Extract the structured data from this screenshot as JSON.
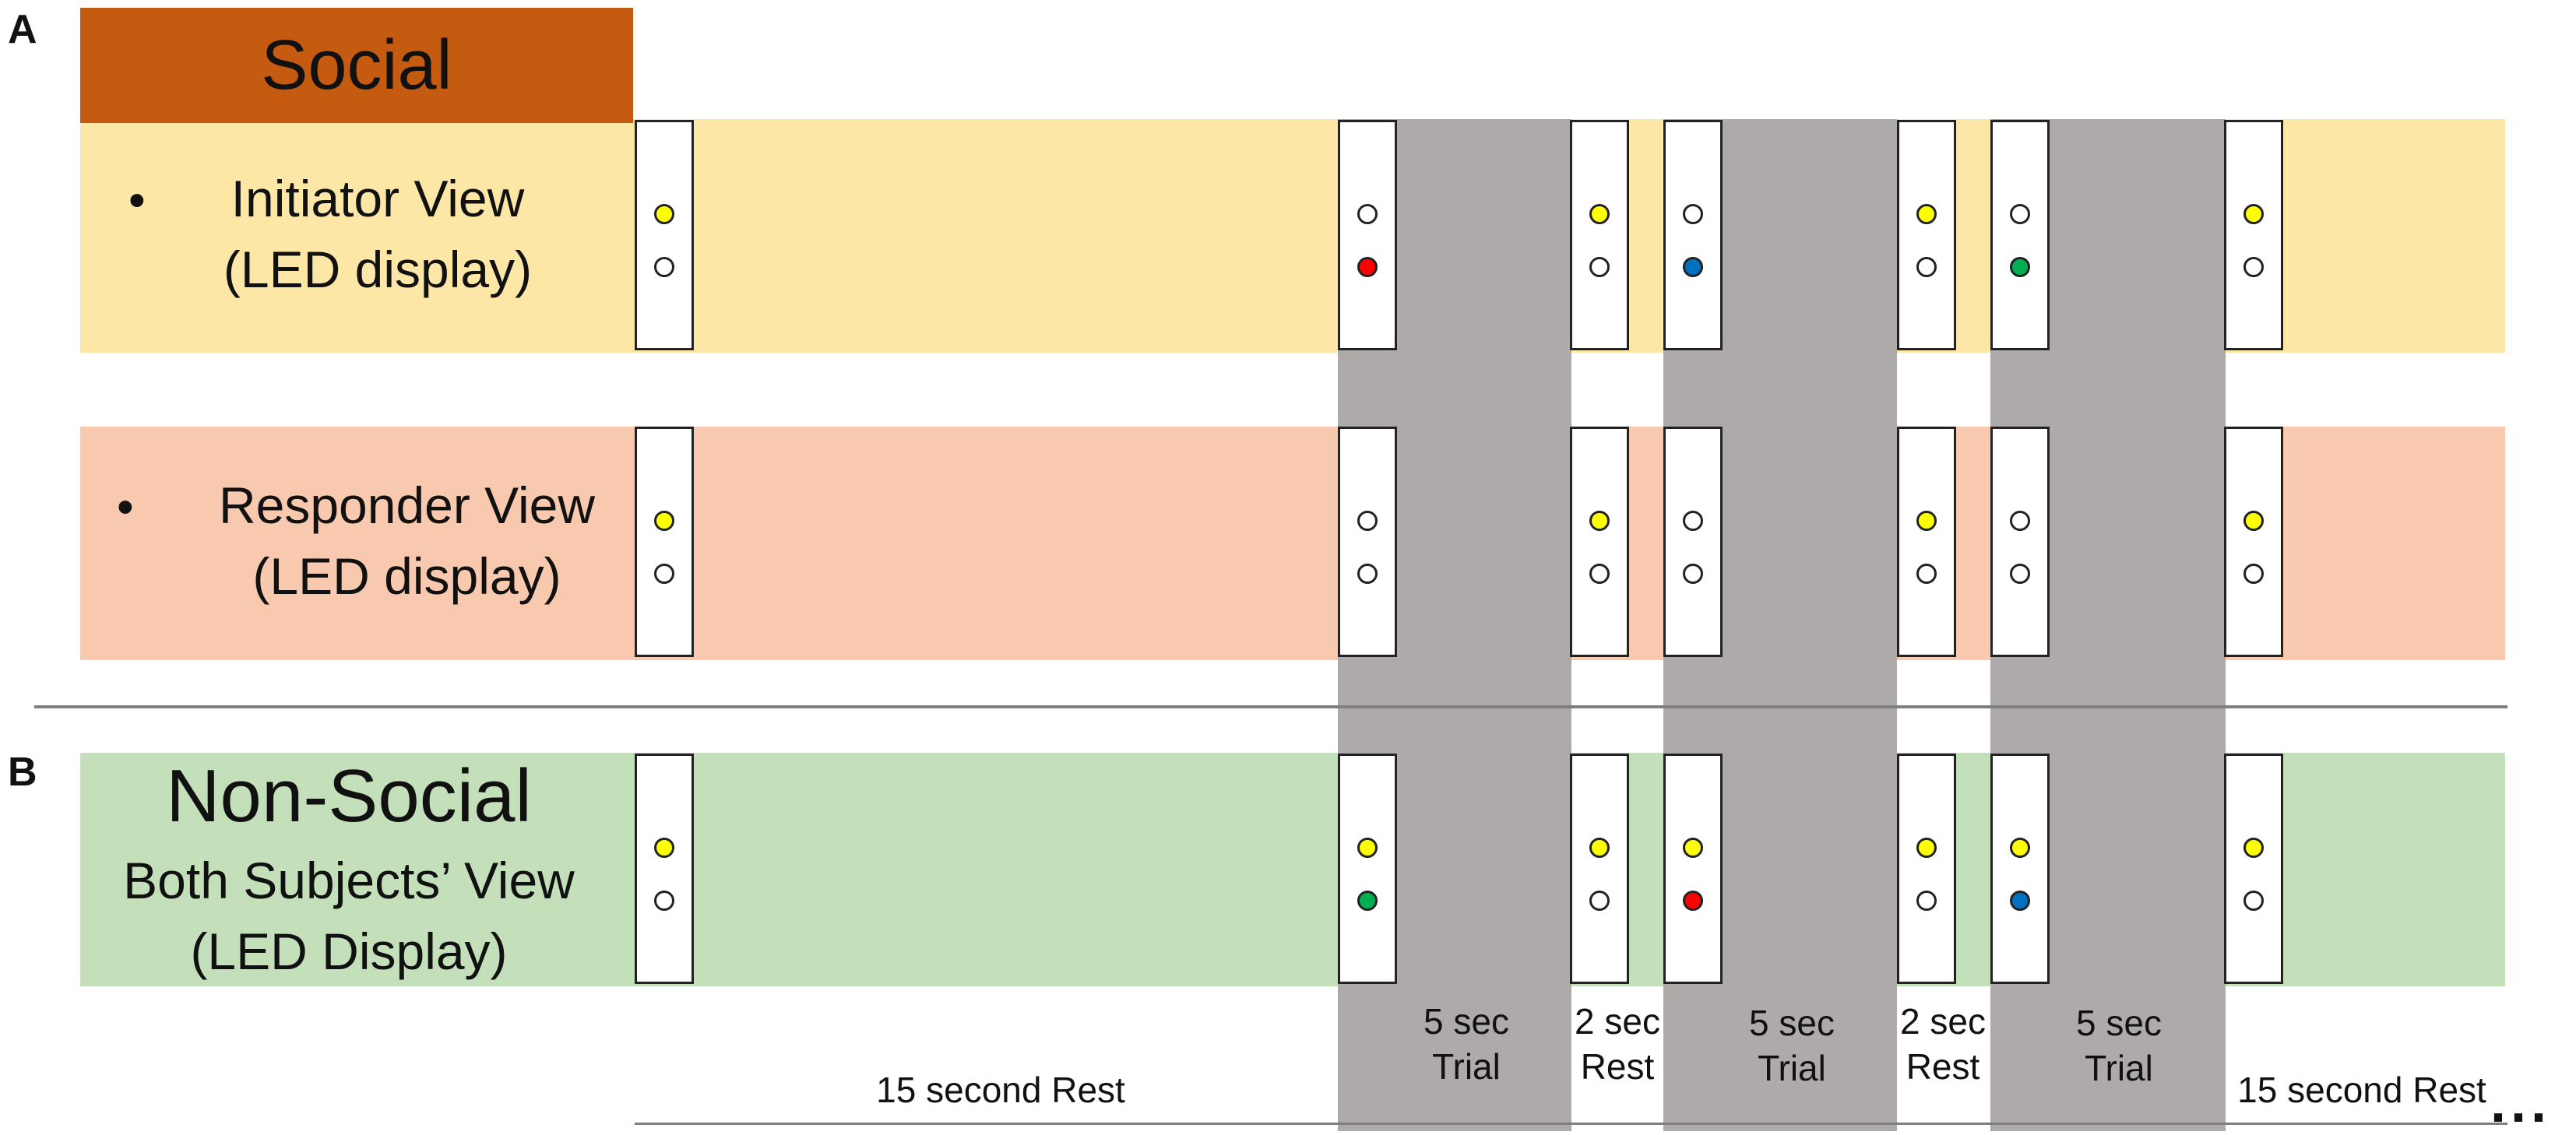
{
  "panels": {
    "a": "A",
    "b": "B"
  },
  "social": {
    "header": "Social",
    "header_color": "#c55a11",
    "initiator_label": [
      "Initiator View",
      "(LED display)"
    ],
    "responder_label": [
      "Responder View",
      "(LED display)"
    ],
    "bullet": "•"
  },
  "nonsocial": {
    "title": "Non-Social",
    "label": [
      "Both Subjects’ View",
      "(LED Display)"
    ]
  },
  "colors": {
    "initiator_band": "#fde7a6",
    "responder_band": "#f8c9ae",
    "nonsocial_band": "#c4e0bb",
    "trial_shade": "#aeaaaa",
    "led_off": "#ffffff",
    "yellow": "#ffff00",
    "red": "#ff0000",
    "blue": "#0070c0",
    "green": "#00b050"
  },
  "led_columns": {
    "initiator": [
      [
        "yellow",
        "off"
      ],
      [
        "off",
        "red"
      ],
      [
        "yellow",
        "off"
      ],
      [
        "off",
        "blue"
      ],
      [
        "yellow",
        "off"
      ],
      [
        "off",
        "green"
      ],
      [
        "yellow",
        "off"
      ]
    ],
    "responder": [
      [
        "yellow",
        "off"
      ],
      [
        "off",
        "off"
      ],
      [
        "yellow",
        "off"
      ],
      [
        "off",
        "off"
      ],
      [
        "yellow",
        "off"
      ],
      [
        "off",
        "off"
      ],
      [
        "yellow",
        "off"
      ]
    ],
    "nonsocial": [
      [
        "yellow",
        "off"
      ],
      [
        "yellow",
        "green"
      ],
      [
        "yellow",
        "off"
      ],
      [
        "yellow",
        "red"
      ],
      [
        "yellow",
        "off"
      ],
      [
        "yellow",
        "blue"
      ],
      [
        "yellow",
        "off"
      ]
    ]
  },
  "timeline": {
    "rest1": "15 second Rest",
    "trial1": [
      "5 sec",
      "Trial"
    ],
    "rest2": [
      "2 sec",
      "Rest"
    ],
    "trial2": [
      "5 sec",
      "Trial"
    ],
    "rest3": [
      "2 sec",
      "Rest"
    ],
    "trial3": [
      "5 sec",
      "Trial"
    ],
    "rest4": "15 second Rest",
    "ellipsis": "..."
  }
}
